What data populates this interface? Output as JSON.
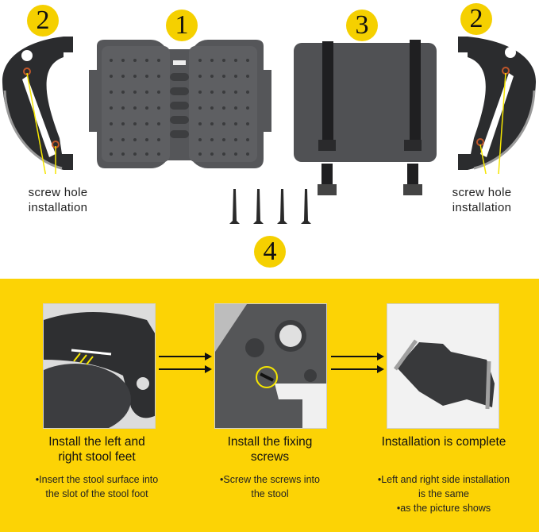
{
  "parts": {
    "badges": [
      {
        "id": "left-foot",
        "label": "2"
      },
      {
        "id": "stool-surface",
        "label": "1"
      },
      {
        "id": "cushion",
        "label": "3"
      },
      {
        "id": "right-foot",
        "label": "2"
      },
      {
        "id": "screws",
        "label": "4"
      }
    ],
    "left_caption": {
      "line1": "screw hole",
      "line2": "installation"
    },
    "right_caption": {
      "line1": "screw hole",
      "line2": "installation"
    },
    "screw_count": 4
  },
  "steps": [
    {
      "title_line1": "Install the left and",
      "title_line2": "right stool feet",
      "desc_lines": [
        "•Insert the stool surface into",
        "the slot of the stool foot"
      ]
    },
    {
      "title_line1": "Install the fixing",
      "title_line2": "screws",
      "desc_lines": [
        "•Screw the screws into",
        "the stool"
      ]
    },
    {
      "title_line1": "Installation is complete",
      "title_line2": "",
      "desc_lines": [
        "•Left and right side installation",
        "is the same",
        "•as the picture shows"
      ]
    }
  ],
  "colors": {
    "accent_yellow": "#fcd305",
    "badge_yellow": "#f5d000",
    "product_gray": "#4a4b4e",
    "screw_hole_orange": "#c0562a"
  }
}
